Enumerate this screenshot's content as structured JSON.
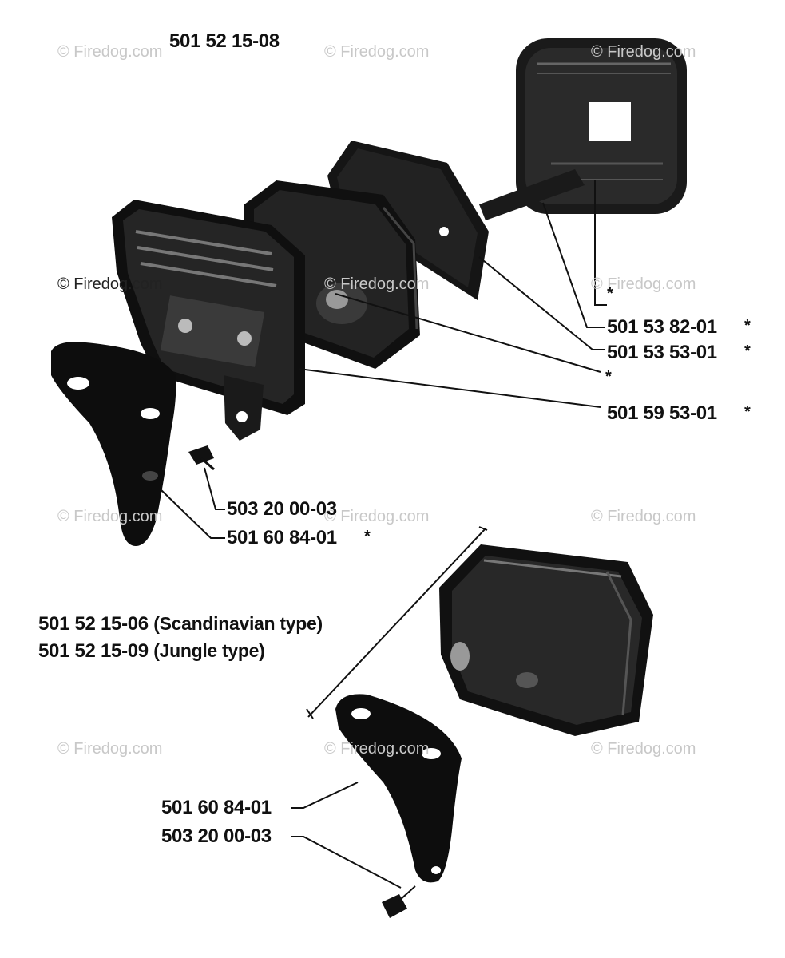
{
  "assembly_number": "501 52 15-08",
  "watermark_text": "© Firedog.com",
  "upper_parts": [
    {
      "part": "501 53 82-01",
      "mark": "*"
    },
    {
      "part": "501 53 53-01",
      "mark": "*"
    },
    {
      "part": "501 59 53-01",
      "mark": "*"
    },
    {
      "part": "503 20 00-03",
      "mark": ""
    },
    {
      "part": "501 60 84-01",
      "mark": "*"
    }
  ],
  "unlabeled_marks": [
    "*",
    "*"
  ],
  "variants": [
    {
      "part": "501 52 15-06",
      "note": "(Scandinavian type)"
    },
    {
      "part": "501 52 15-09",
      "note": "(Jungle type)"
    }
  ],
  "lower_parts": [
    {
      "part": "501 60 84-01"
    },
    {
      "part": "503 20 00-03"
    }
  ]
}
